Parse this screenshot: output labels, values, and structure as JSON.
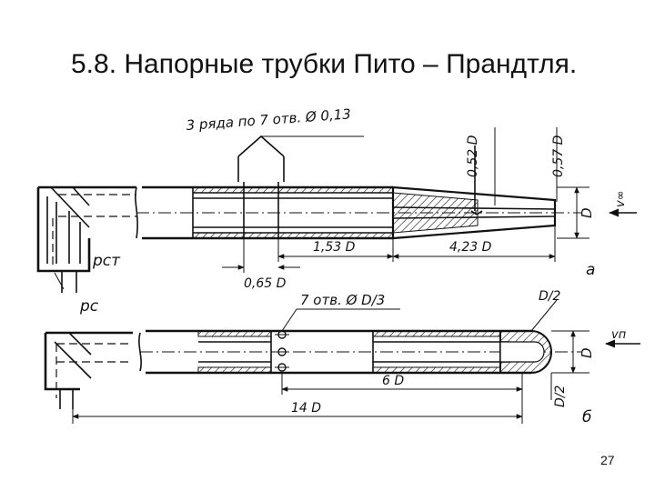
{
  "slide": {
    "title": "5.8. Напорные трубки Пито – Прандтля.",
    "page_number": "27"
  },
  "figure_a": {
    "holes_note": "3 ряда по 7 отв. Ø 0,13",
    "dim_052": "0,52 D",
    "dim_057": "0,57 D",
    "dim_D": "D",
    "flow_label": "v∞",
    "pst_label": "pст",
    "pc_label": "pс",
    "dim_153": "1,53 D",
    "dim_423": "4,23 D",
    "dim_065": "0,65 D",
    "caption": "а"
  },
  "figure_b": {
    "holes_note": "7 отв. Ø D/3",
    "dim_D2_top": "D/2",
    "dim_D2_bottom": "D/2",
    "dim_D": "D",
    "flow_label": "vп",
    "dim_6D": "6 D",
    "dim_14D": "14 D",
    "caption": "б"
  }
}
